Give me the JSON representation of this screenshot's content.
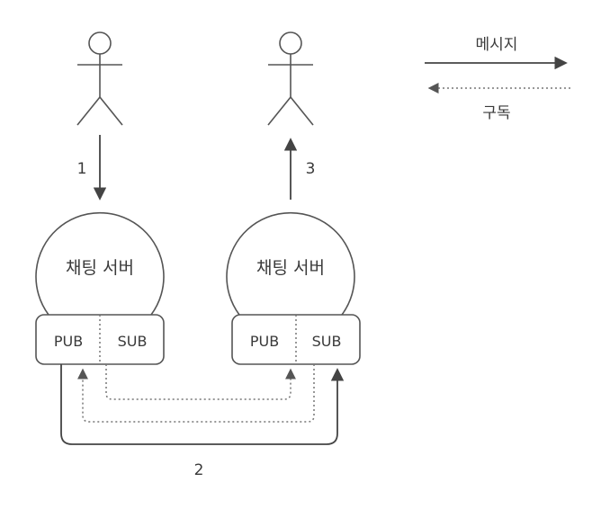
{
  "legend": {
    "message_label": "메시지",
    "subscribe_label": "구독"
  },
  "steps": [
    "1",
    "2",
    "3"
  ],
  "servers": [
    {
      "name": "채팅 서버",
      "pub": "PUB",
      "sub": "SUB"
    },
    {
      "name": "채팅 서버",
      "pub": "PUB",
      "sub": "SUB"
    }
  ]
}
